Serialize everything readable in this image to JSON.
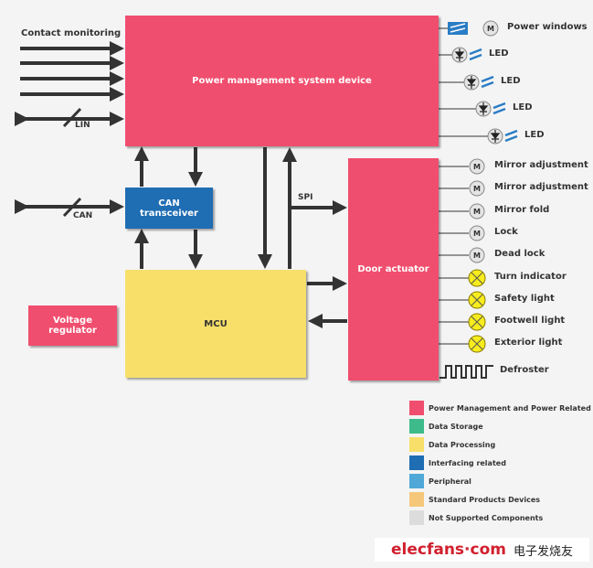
{
  "blocks": {
    "pms": "Power management system device",
    "can": "CAN transceiver",
    "mcu": "MCU",
    "door": "Door actuator",
    "vreg": "Voltage regulator"
  },
  "signals": {
    "contact": "Contact monitoring",
    "lin": "LIN",
    "can": "CAN",
    "spi": "SPI"
  },
  "pms_outputs": [
    {
      "type": "motor",
      "label": "Power windows"
    },
    {
      "type": "led",
      "label": "LED"
    },
    {
      "type": "led",
      "label": "LED"
    },
    {
      "type": "led",
      "label": "LED"
    },
    {
      "type": "led",
      "label": "LED"
    }
  ],
  "door_outputs": [
    {
      "type": "motor",
      "label": "Mirror adjustment"
    },
    {
      "type": "motor",
      "label": "Mirror adjustment"
    },
    {
      "type": "motor",
      "label": "Mirror fold"
    },
    {
      "type": "motor",
      "label": "Lock"
    },
    {
      "type": "motor",
      "label": "Dead lock"
    },
    {
      "type": "lamp",
      "label": "Turn indicator"
    },
    {
      "type": "lamp",
      "label": "Safety light"
    },
    {
      "type": "lamp",
      "label": "Footwell light"
    },
    {
      "type": "lamp",
      "label": "Exterior light"
    },
    {
      "type": "heater",
      "label": "Defroster"
    }
  ],
  "motor_symbol": "M",
  "legend": [
    {
      "label": "Power Management and Power Related",
      "color": "#f04e6e"
    },
    {
      "label": "Data Storage",
      "color": "#3dbb8a"
    },
    {
      "label": "Data Processing",
      "color": "#f8df6a"
    },
    {
      "label": "Interfacing related",
      "color": "#1f6db3"
    },
    {
      "label": "Peripheral",
      "color": "#4fa8d8"
    },
    {
      "label": "Standard Products Devices",
      "color": "#f5c77a"
    },
    {
      "label": "Not Supported Components",
      "color": "#dcdcdc"
    }
  ],
  "watermark": {
    "en": "elecfans·com",
    "cn": "电子发烧友"
  }
}
